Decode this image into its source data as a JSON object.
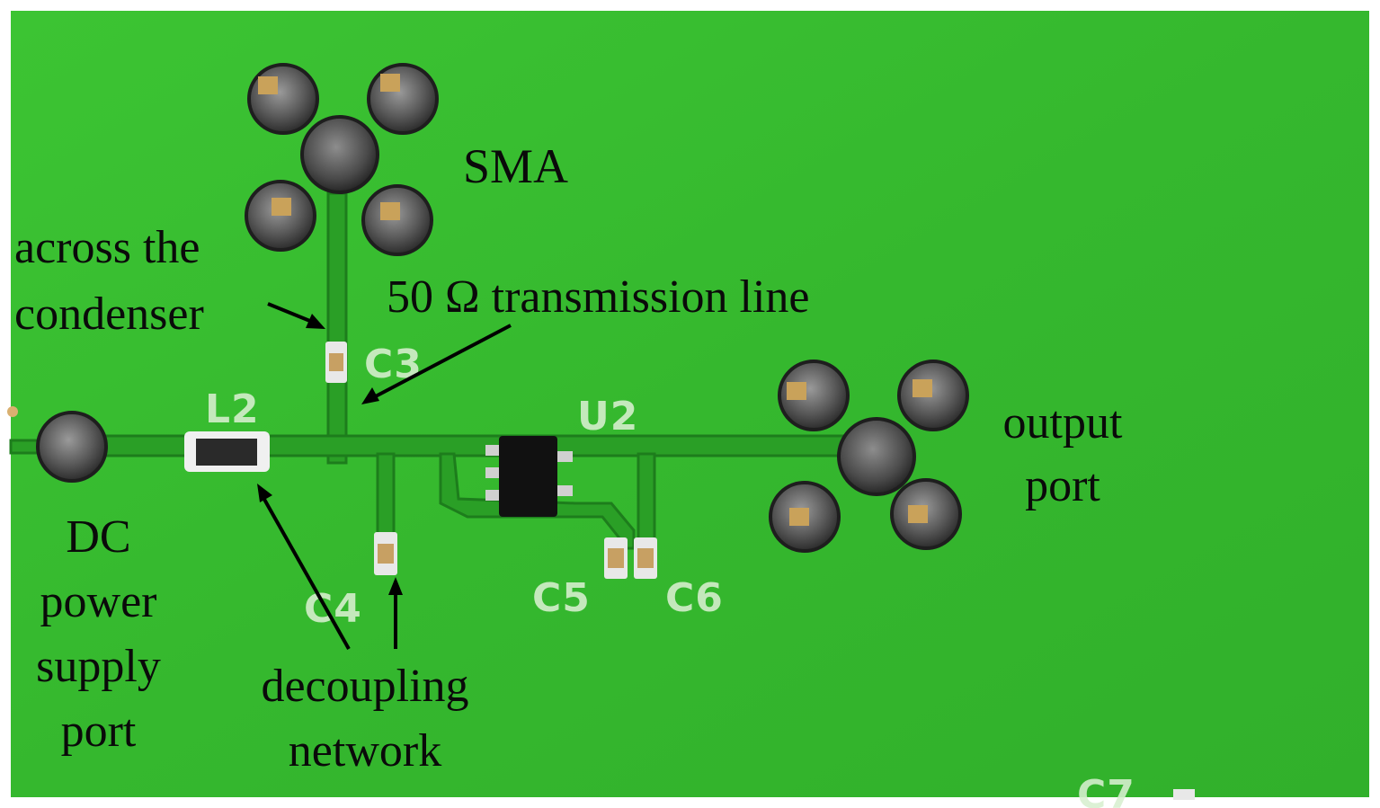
{
  "annotations": {
    "sma": "SMA",
    "across_line1": "across the",
    "across_line2": "condenser",
    "transmission_line": "50 Ω transmission line",
    "output_line1": "output",
    "output_line2": "port",
    "dc_line1": "DC",
    "dc_line2": "power",
    "dc_line3": "supply",
    "dc_line4": "port",
    "decoupling_line1": "decoupling",
    "decoupling_line2": "network"
  },
  "silkscreen": {
    "l2": "L2",
    "c3": "C3",
    "u2": "U2",
    "c4": "C4",
    "c5": "C5",
    "c6": "C6",
    "c7": "C7"
  },
  "colors": {
    "board": "#35b82e",
    "trace": "#2a9f26",
    "trace_edge": "#1d7d1c",
    "pad_gold": "#c9a25a",
    "annotation_text": "#0a0a0a"
  }
}
